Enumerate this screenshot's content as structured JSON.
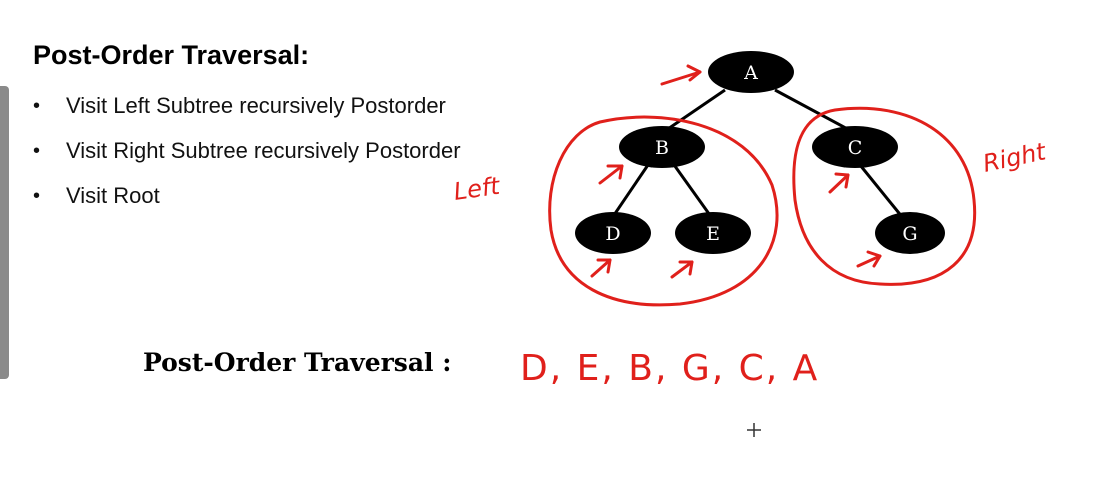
{
  "slide": {
    "title": "Post-Order Traversal:",
    "bullets": [
      "Visit Left Subtree recursively Postorder",
      "Visit Right Subtree recursively Postorder",
      "Visit Root"
    ]
  },
  "tree": {
    "nodes": [
      "A",
      "B",
      "C",
      "D",
      "E",
      "G"
    ],
    "edges": [
      [
        "A",
        "B"
      ],
      [
        "A",
        "C"
      ],
      [
        "B",
        "D"
      ],
      [
        "B",
        "E"
      ],
      [
        "C",
        "G"
      ]
    ]
  },
  "annotations": {
    "left": "Left",
    "right": "Right"
  },
  "result": {
    "label": "Post-Order Traversal :",
    "sequence": "D, E, B, G, C, A"
  },
  "colors": {
    "node_fill": "#000000",
    "node_text": "#ffffff",
    "ink": "#e0201b"
  }
}
